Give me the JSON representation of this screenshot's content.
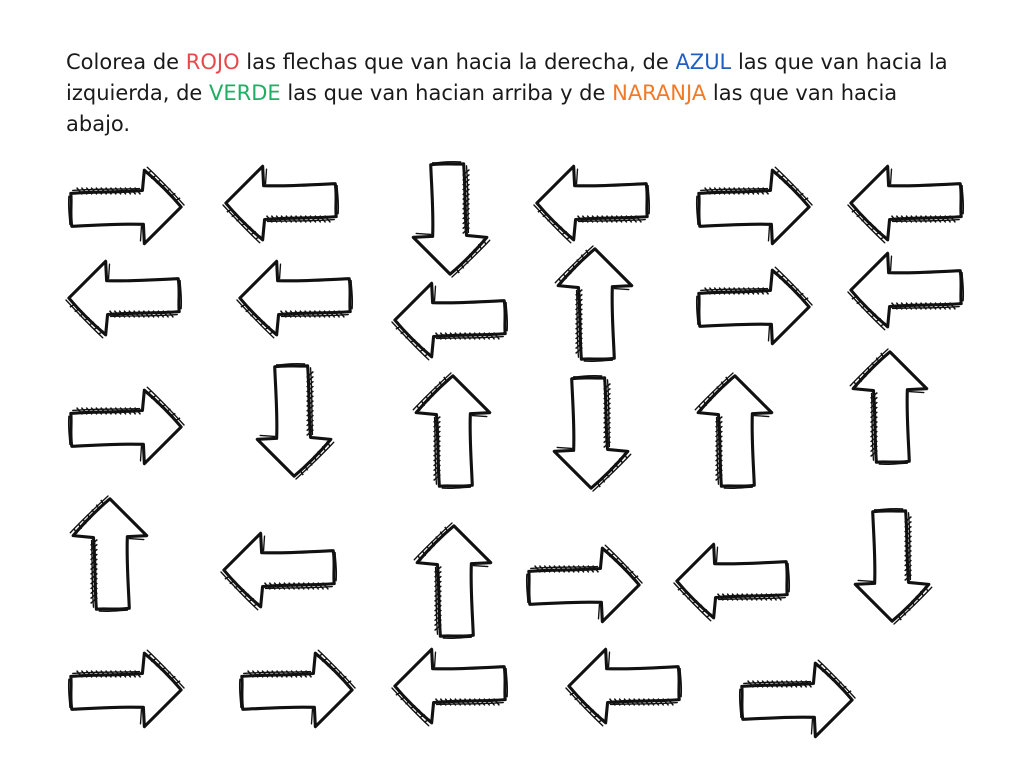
{
  "instruction": {
    "parts": [
      {
        "text": "Colorea de ",
        "color": "#1a1a1a"
      },
      {
        "text": "ROJO",
        "color": "#e8484b"
      },
      {
        "text": " las flechas que van hacia la derecha, de ",
        "color": "#1a1a1a"
      },
      {
        "text": "AZUL",
        "color": "#1f5fbf"
      },
      {
        "text": " las que van hacia la izquierda, de ",
        "color": "#1a1a1a"
      },
      {
        "text": "VERDE",
        "color": "#1fae64"
      },
      {
        "text": " las que van hacian arriba y de ",
        "color": "#1a1a1a"
      },
      {
        "text": "NARANJA",
        "color": "#f07a28"
      },
      {
        "text": " las que van hacia abajo.",
        "color": "#1a1a1a"
      }
    ]
  },
  "arrows": {
    "icon_rows": [
      [
        "right",
        "left",
        "down",
        "left",
        "right",
        "left"
      ],
      [
        "left",
        "left",
        "left",
        "up",
        "right",
        "left"
      ],
      [
        "right",
        "down",
        "up",
        "down",
        "up",
        "up"
      ],
      [
        "up",
        "left",
        "up",
        "right",
        "left",
        "down"
      ],
      [
        "right",
        "right",
        "left",
        "left",
        "right"
      ]
    ]
  }
}
